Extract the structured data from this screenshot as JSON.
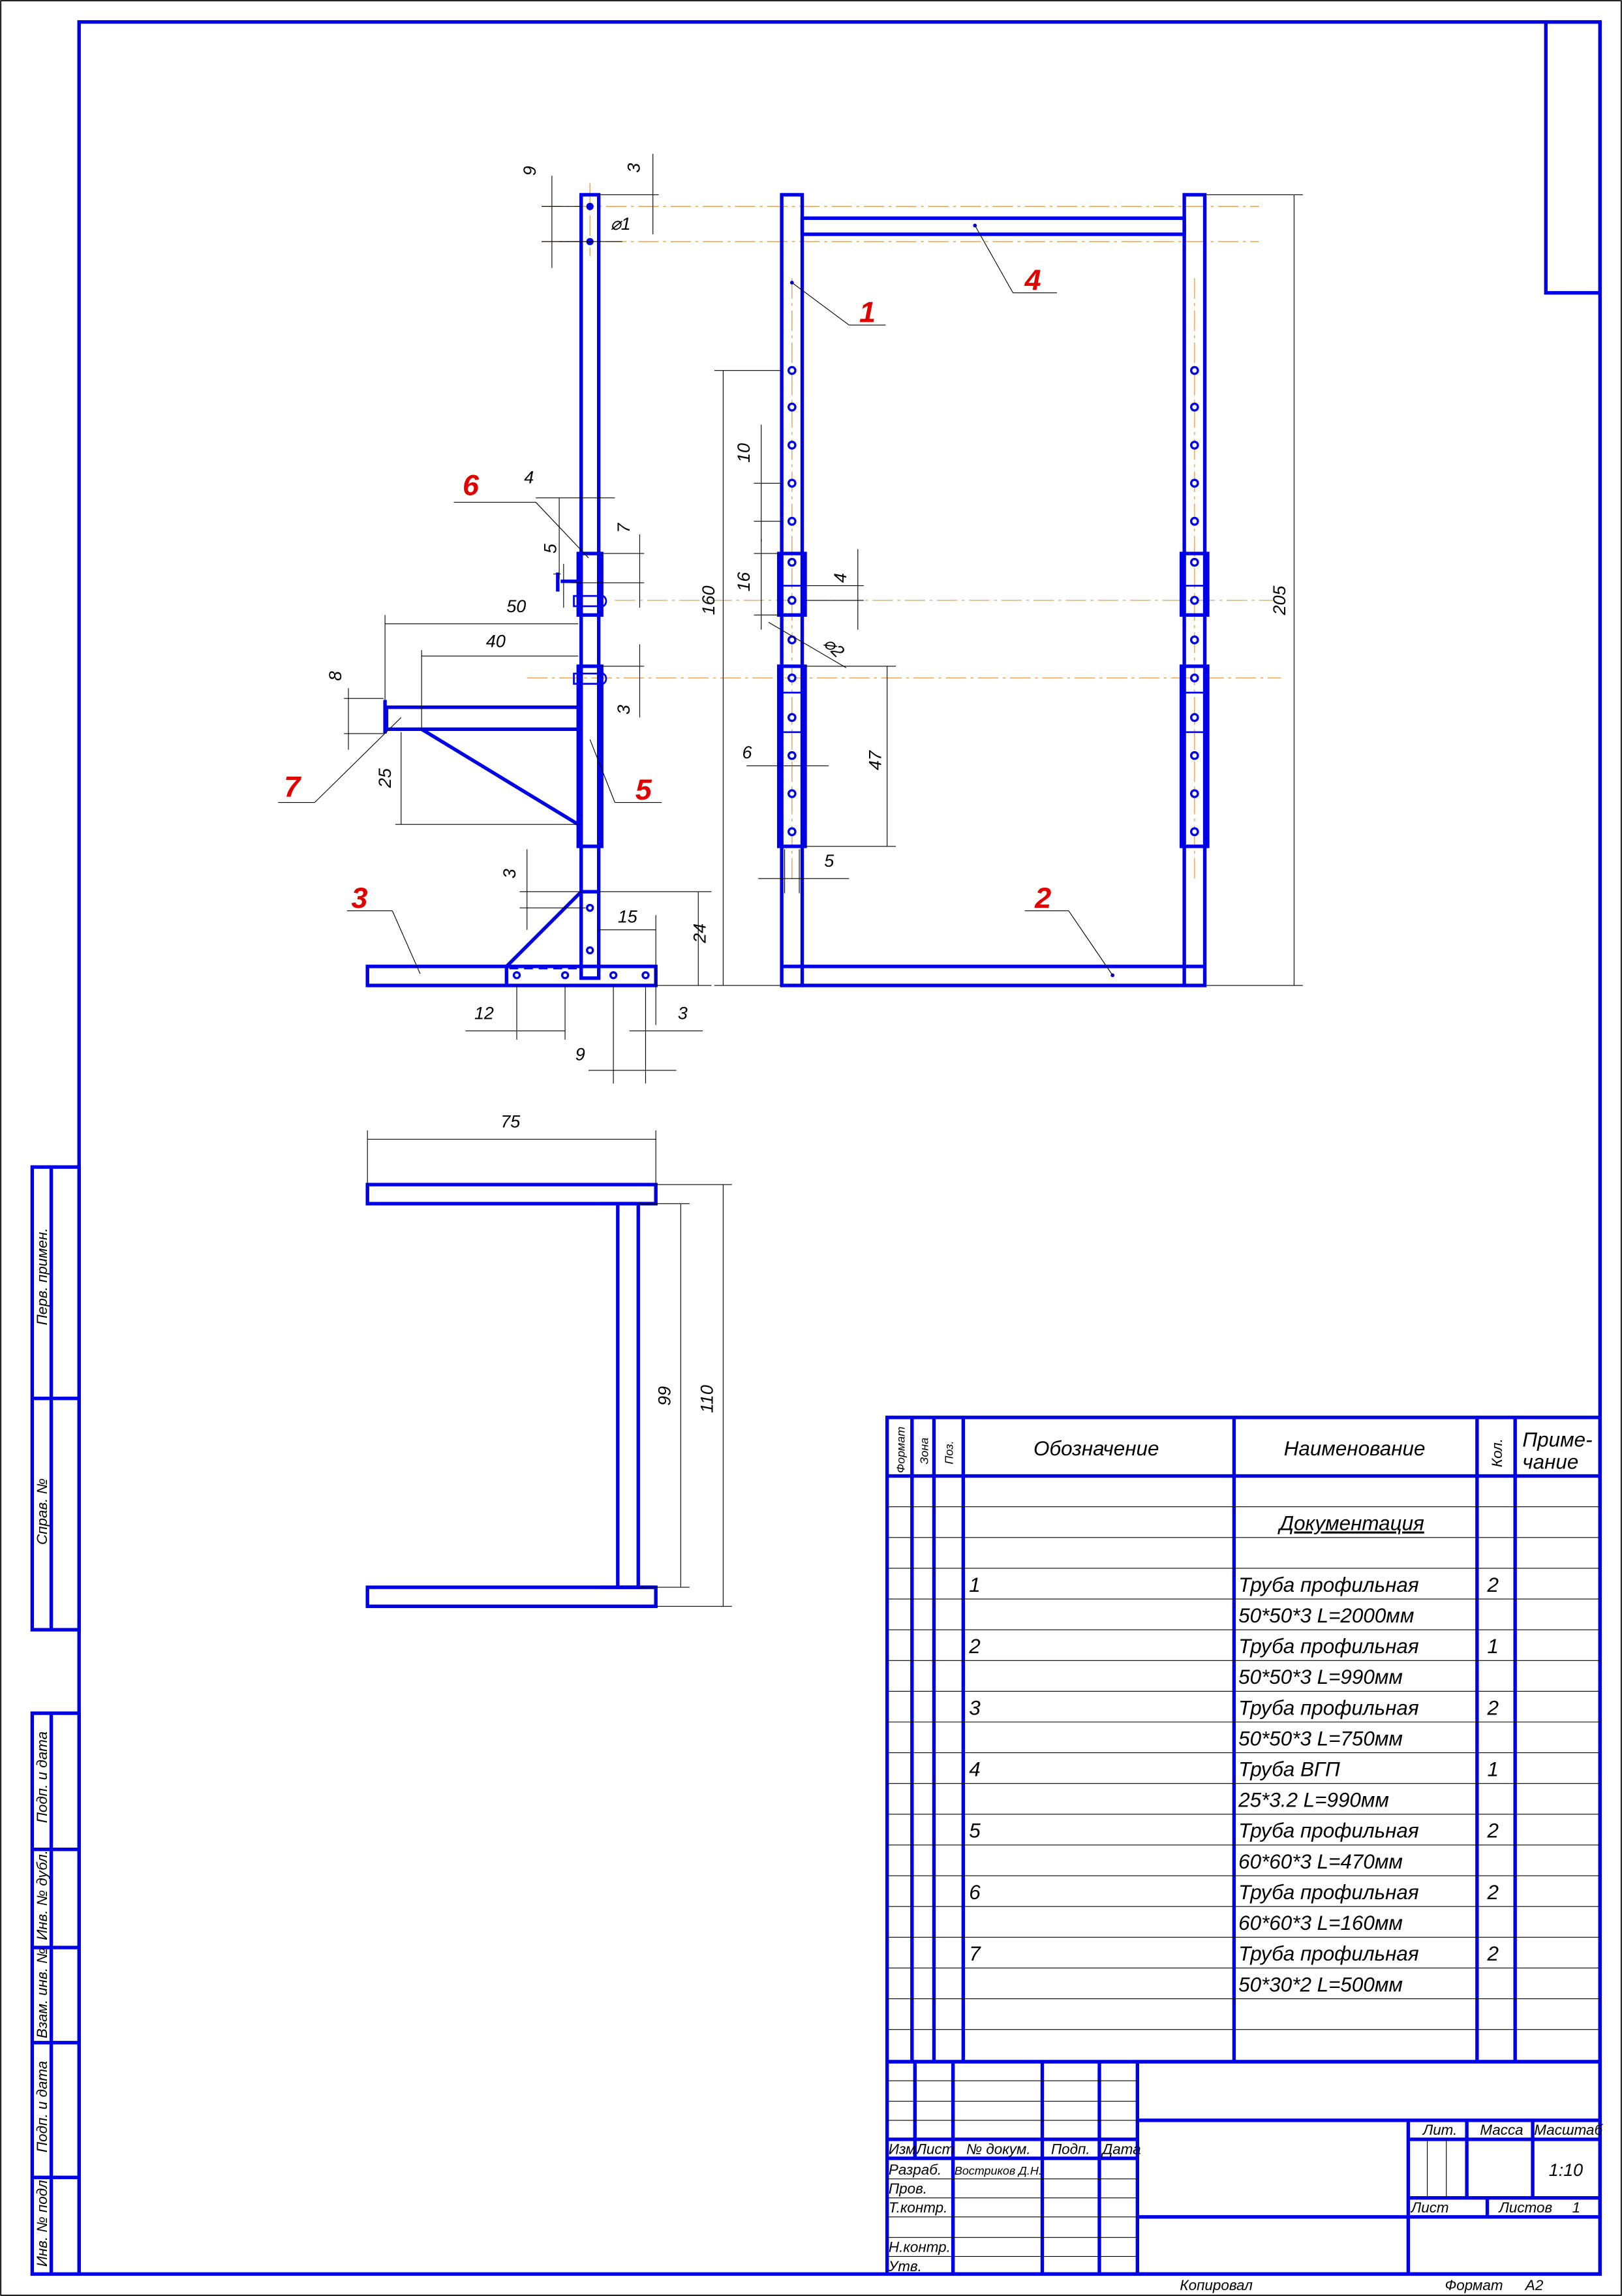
{
  "colors": {
    "line": "#0000e6",
    "callout": "#e00000",
    "centerline": "#e0a050"
  },
  "side_view": {
    "dims": [
      "9",
      "3",
      "⌀1",
      "4",
      "7",
      "5",
      "50",
      "40",
      "8",
      "3",
      "25",
      "3",
      "15",
      "24",
      "12",
      "9",
      "3"
    ],
    "callouts": [
      "6",
      "5",
      "7",
      "3"
    ]
  },
  "front_view": {
    "dims": [
      "160",
      "205",
      "10",
      "16",
      "4",
      "⌀2",
      "47",
      "6",
      "5"
    ],
    "callouts": [
      "1",
      "4",
      "2"
    ]
  },
  "top_view": {
    "dims": [
      "75",
      "99",
      "110"
    ]
  },
  "left_strip": [
    "Перв. примен.",
    "Справ. №",
    "Подп. и дата",
    "Инв. № дубл.",
    "Взам. инв. №",
    "Подп. и дата",
    "Инв. № подл."
  ],
  "spec": {
    "headers": {
      "format": "Формат",
      "zone": "Зона",
      "pos": "Поз.",
      "designation": "Обозначение",
      "name": "Наименование",
      "qty": "Кол.",
      "note_1": "Приме-",
      "note_2": "чание"
    },
    "section": "Документация",
    "items": [
      {
        "pos": "1",
        "name": "Труба профильная",
        "size": "50*50*3 L=2000мм",
        "qty": "2"
      },
      {
        "pos": "2",
        "name": "Труба профильная",
        "size": "50*50*3 L=990мм",
        "qty": "1"
      },
      {
        "pos": "3",
        "name": "Труба профильная",
        "size": "50*50*3 L=750мм",
        "qty": "2"
      },
      {
        "pos": "4",
        "name": "Труба ВГП",
        "size": "25*3.2 L=990мм",
        "qty": "1"
      },
      {
        "pos": "5",
        "name": "Труба профильная",
        "size": "60*60*3 L=470мм",
        "qty": "2"
      },
      {
        "pos": "6",
        "name": "Труба профильная",
        "size": "60*60*3 L=160мм",
        "qty": "2"
      },
      {
        "pos": "7",
        "name": "Труба профильная",
        "size": "50*30*2 L=500мм",
        "qty": "2"
      }
    ]
  },
  "title_block": {
    "izm": "Изм.",
    "list": "Лист",
    "doc_no": "№ докум.",
    "sign": "Подп.",
    "date": "Дата",
    "razrab": "Разраб.",
    "razrab_name": "Востриков Д.Н.",
    "prov": "Пров.",
    "tkontr": "Т.контр.",
    "nkontr": "Н.контр.",
    "utv": "Утв.",
    "lit": "Лит.",
    "massa": "Масса",
    "masshtab": "Масштаб",
    "scale": "1:10",
    "sheet_label": "Лист",
    "sheets_label": "Листов",
    "sheets": "1",
    "copied": "Копировал",
    "format_label": "Формат",
    "format": "A2"
  }
}
